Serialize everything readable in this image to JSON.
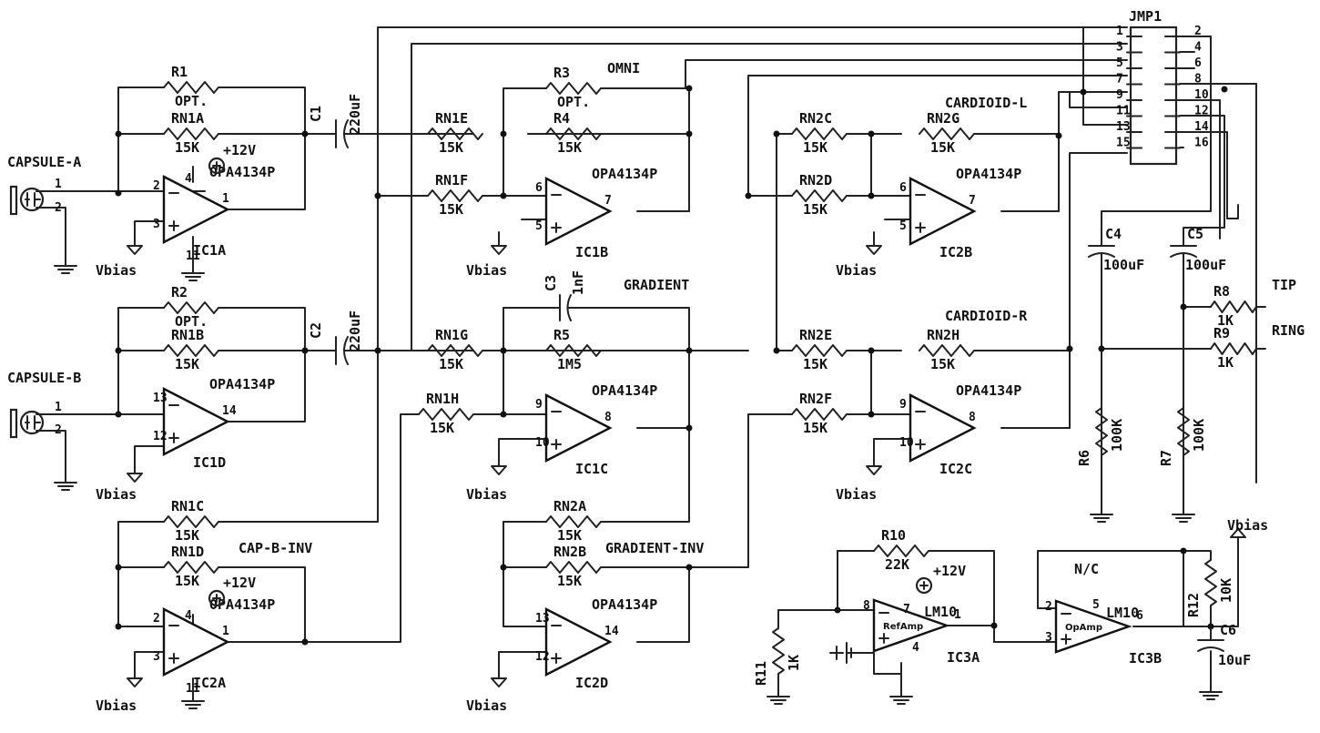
{
  "connector": {
    "ref": "JMP1",
    "pins": [
      "1",
      "2",
      "3",
      "4",
      "5",
      "6",
      "7",
      "8",
      "9",
      "10",
      "11",
      "12",
      "13",
      "14",
      "15",
      "16"
    ]
  },
  "net_labels": {
    "omni": "OMNI",
    "cardioid_l": "CARDIOID-L",
    "cardioid_r": "CARDIOID-R",
    "gradient": "GRADIENT",
    "gradient_inv": "GRADIENT-INV",
    "cap_b_inv": "CAP-B-INV",
    "tip": "TIP",
    "ring": "RING",
    "nc": "N/C"
  },
  "capsules": [
    {
      "name": "CAPSULE-A",
      "pin1": "1",
      "pin2": "2"
    },
    {
      "name": "CAPSULE-B",
      "pin1": "1",
      "pin2": "2"
    }
  ],
  "resistors": [
    {
      "ref": "R1",
      "value": "OPT."
    },
    {
      "ref": "RN1A",
      "value": "15K"
    },
    {
      "ref": "R2",
      "value": "OPT."
    },
    {
      "ref": "RN1B",
      "value": "15K"
    },
    {
      "ref": "RN1C",
      "value": "15K"
    },
    {
      "ref": "RN1D",
      "value": "15K"
    },
    {
      "ref": "RN1E",
      "value": "15K"
    },
    {
      "ref": "RN1F",
      "value": "15K"
    },
    {
      "ref": "R3",
      "value": "OPT."
    },
    {
      "ref": "R4",
      "value": "15K"
    },
    {
      "ref": "RN1G",
      "value": "15K"
    },
    {
      "ref": "R5",
      "value": "1M5"
    },
    {
      "ref": "RN1H",
      "value": "15K"
    },
    {
      "ref": "RN2A",
      "value": "15K"
    },
    {
      "ref": "RN2B",
      "value": "15K"
    },
    {
      "ref": "RN2C",
      "value": "15K"
    },
    {
      "ref": "RN2G",
      "value": "15K"
    },
    {
      "ref": "RN2D",
      "value": "15K"
    },
    {
      "ref": "RN2E",
      "value": "15K"
    },
    {
      "ref": "RN2H",
      "value": "15K"
    },
    {
      "ref": "RN2F",
      "value": "15K"
    },
    {
      "ref": "R8",
      "value": "1K"
    },
    {
      "ref": "R9",
      "value": "1K"
    },
    {
      "ref": "R6",
      "value": "100K"
    },
    {
      "ref": "R7",
      "value": "100K"
    },
    {
      "ref": "R10",
      "value": "22K"
    },
    {
      "ref": "R11",
      "value": "1K"
    },
    {
      "ref": "R12",
      "value": "10K"
    }
  ],
  "capacitors": [
    {
      "ref": "C1",
      "value": "220uF"
    },
    {
      "ref": "C2",
      "value": "220uF"
    },
    {
      "ref": "C3",
      "value": "1nF"
    },
    {
      "ref": "C4",
      "value": "100uF"
    },
    {
      "ref": "C5",
      "value": "100uF"
    },
    {
      "ref": "C6",
      "value": "10uF"
    }
  ],
  "opamps": [
    {
      "ref": "IC1A",
      "part": "OPA4134P",
      "inv": "2",
      "noninv": "3",
      "out": "1"
    },
    {
      "ref": "IC1D",
      "part": "OPA4134P",
      "inv": "13",
      "noninv": "12",
      "out": "14"
    },
    {
      "ref": "IC2A",
      "part": "OPA4134P",
      "inv": "2",
      "noninv": "3",
      "out": "1"
    },
    {
      "ref": "IC1B",
      "part": "OPA4134P",
      "inv": "6",
      "noninv": "5",
      "out": "7"
    },
    {
      "ref": "IC1C",
      "part": "OPA4134P",
      "inv": "9",
      "noninv": "10",
      "out": "8"
    },
    {
      "ref": "IC2D",
      "part": "OPA4134P",
      "inv": "13",
      "noninv": "12",
      "out": "14"
    },
    {
      "ref": "IC2B",
      "part": "OPA4134P",
      "inv": "6",
      "noninv": "5",
      "out": "7"
    },
    {
      "ref": "IC2C",
      "part": "OPA4134P",
      "inv": "9",
      "noninv": "10",
      "out": "8"
    },
    {
      "ref": "IC3A",
      "part": "LM10",
      "inner": "RefAmp",
      "inv": "8",
      "noninv": "",
      "out": "1",
      "pwr": "7",
      "gnd": "4"
    },
    {
      "ref": "IC3B",
      "part": "LM10",
      "inner": "OpAmp",
      "inv": "2",
      "noninv": "3",
      "out": "6",
      "nc": "5"
    }
  ],
  "power": {
    "v12": "+12V",
    "vbias": "Vbias",
    "pin4": "4",
    "pin11": "11"
  }
}
